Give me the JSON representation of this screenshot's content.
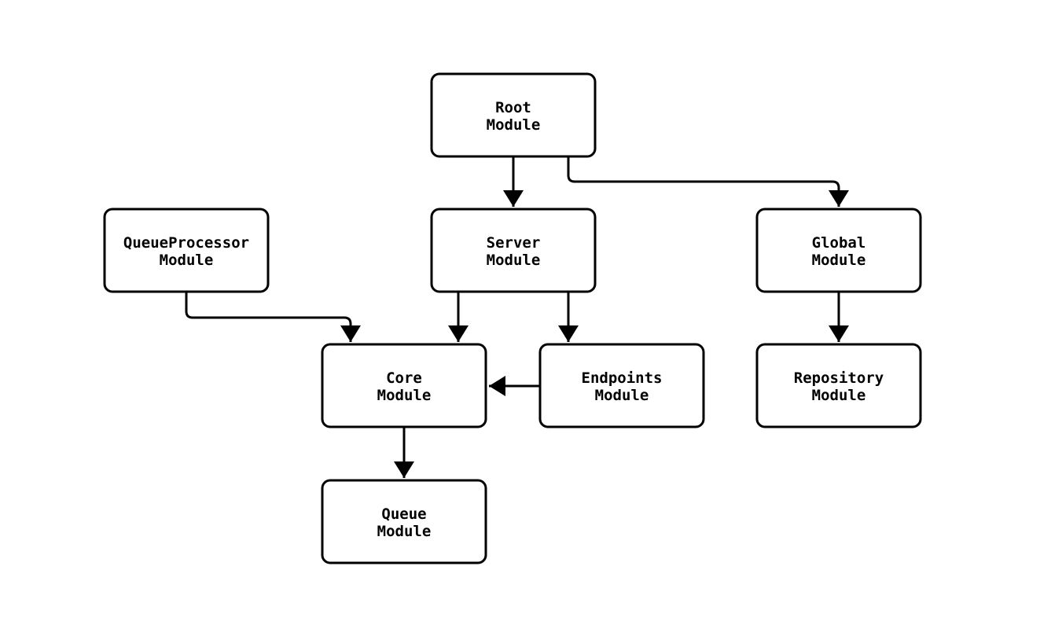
{
  "diagram": {
    "type": "module-dependency-flowchart",
    "colors": {
      "background": "#ffffff",
      "node_fill": "#ffffff",
      "node_stroke": "#000000",
      "text": "#000000",
      "edge_stroke": "#000000"
    },
    "nodes": {
      "root": {
        "line1": "Root",
        "line2": "Module"
      },
      "queueprocessor": {
        "line1": "QueueProcessor",
        "line2": "Module"
      },
      "server": {
        "line1": "Server",
        "line2": "Module"
      },
      "global": {
        "line1": "Global",
        "line2": "Module"
      },
      "core": {
        "line1": "Core",
        "line2": "Module"
      },
      "endpoints": {
        "line1": "Endpoints",
        "line2": "Module"
      },
      "repository": {
        "line1": "Repository",
        "line2": "Module"
      },
      "queue": {
        "line1": "Queue",
        "line2": "Module"
      }
    },
    "edges": [
      {
        "from": "Root Module",
        "to": "Server Module"
      },
      {
        "from": "Root Module",
        "to": "Global Module"
      },
      {
        "from": "QueueProcessor Module",
        "to": "Core Module"
      },
      {
        "from": "Server Module",
        "to": "Core Module"
      },
      {
        "from": "Server Module",
        "to": "Endpoints Module"
      },
      {
        "from": "Endpoints Module",
        "to": "Core Module"
      },
      {
        "from": "Global Module",
        "to": "Repository Module"
      },
      {
        "from": "Core Module",
        "to": "Queue Module"
      }
    ]
  }
}
